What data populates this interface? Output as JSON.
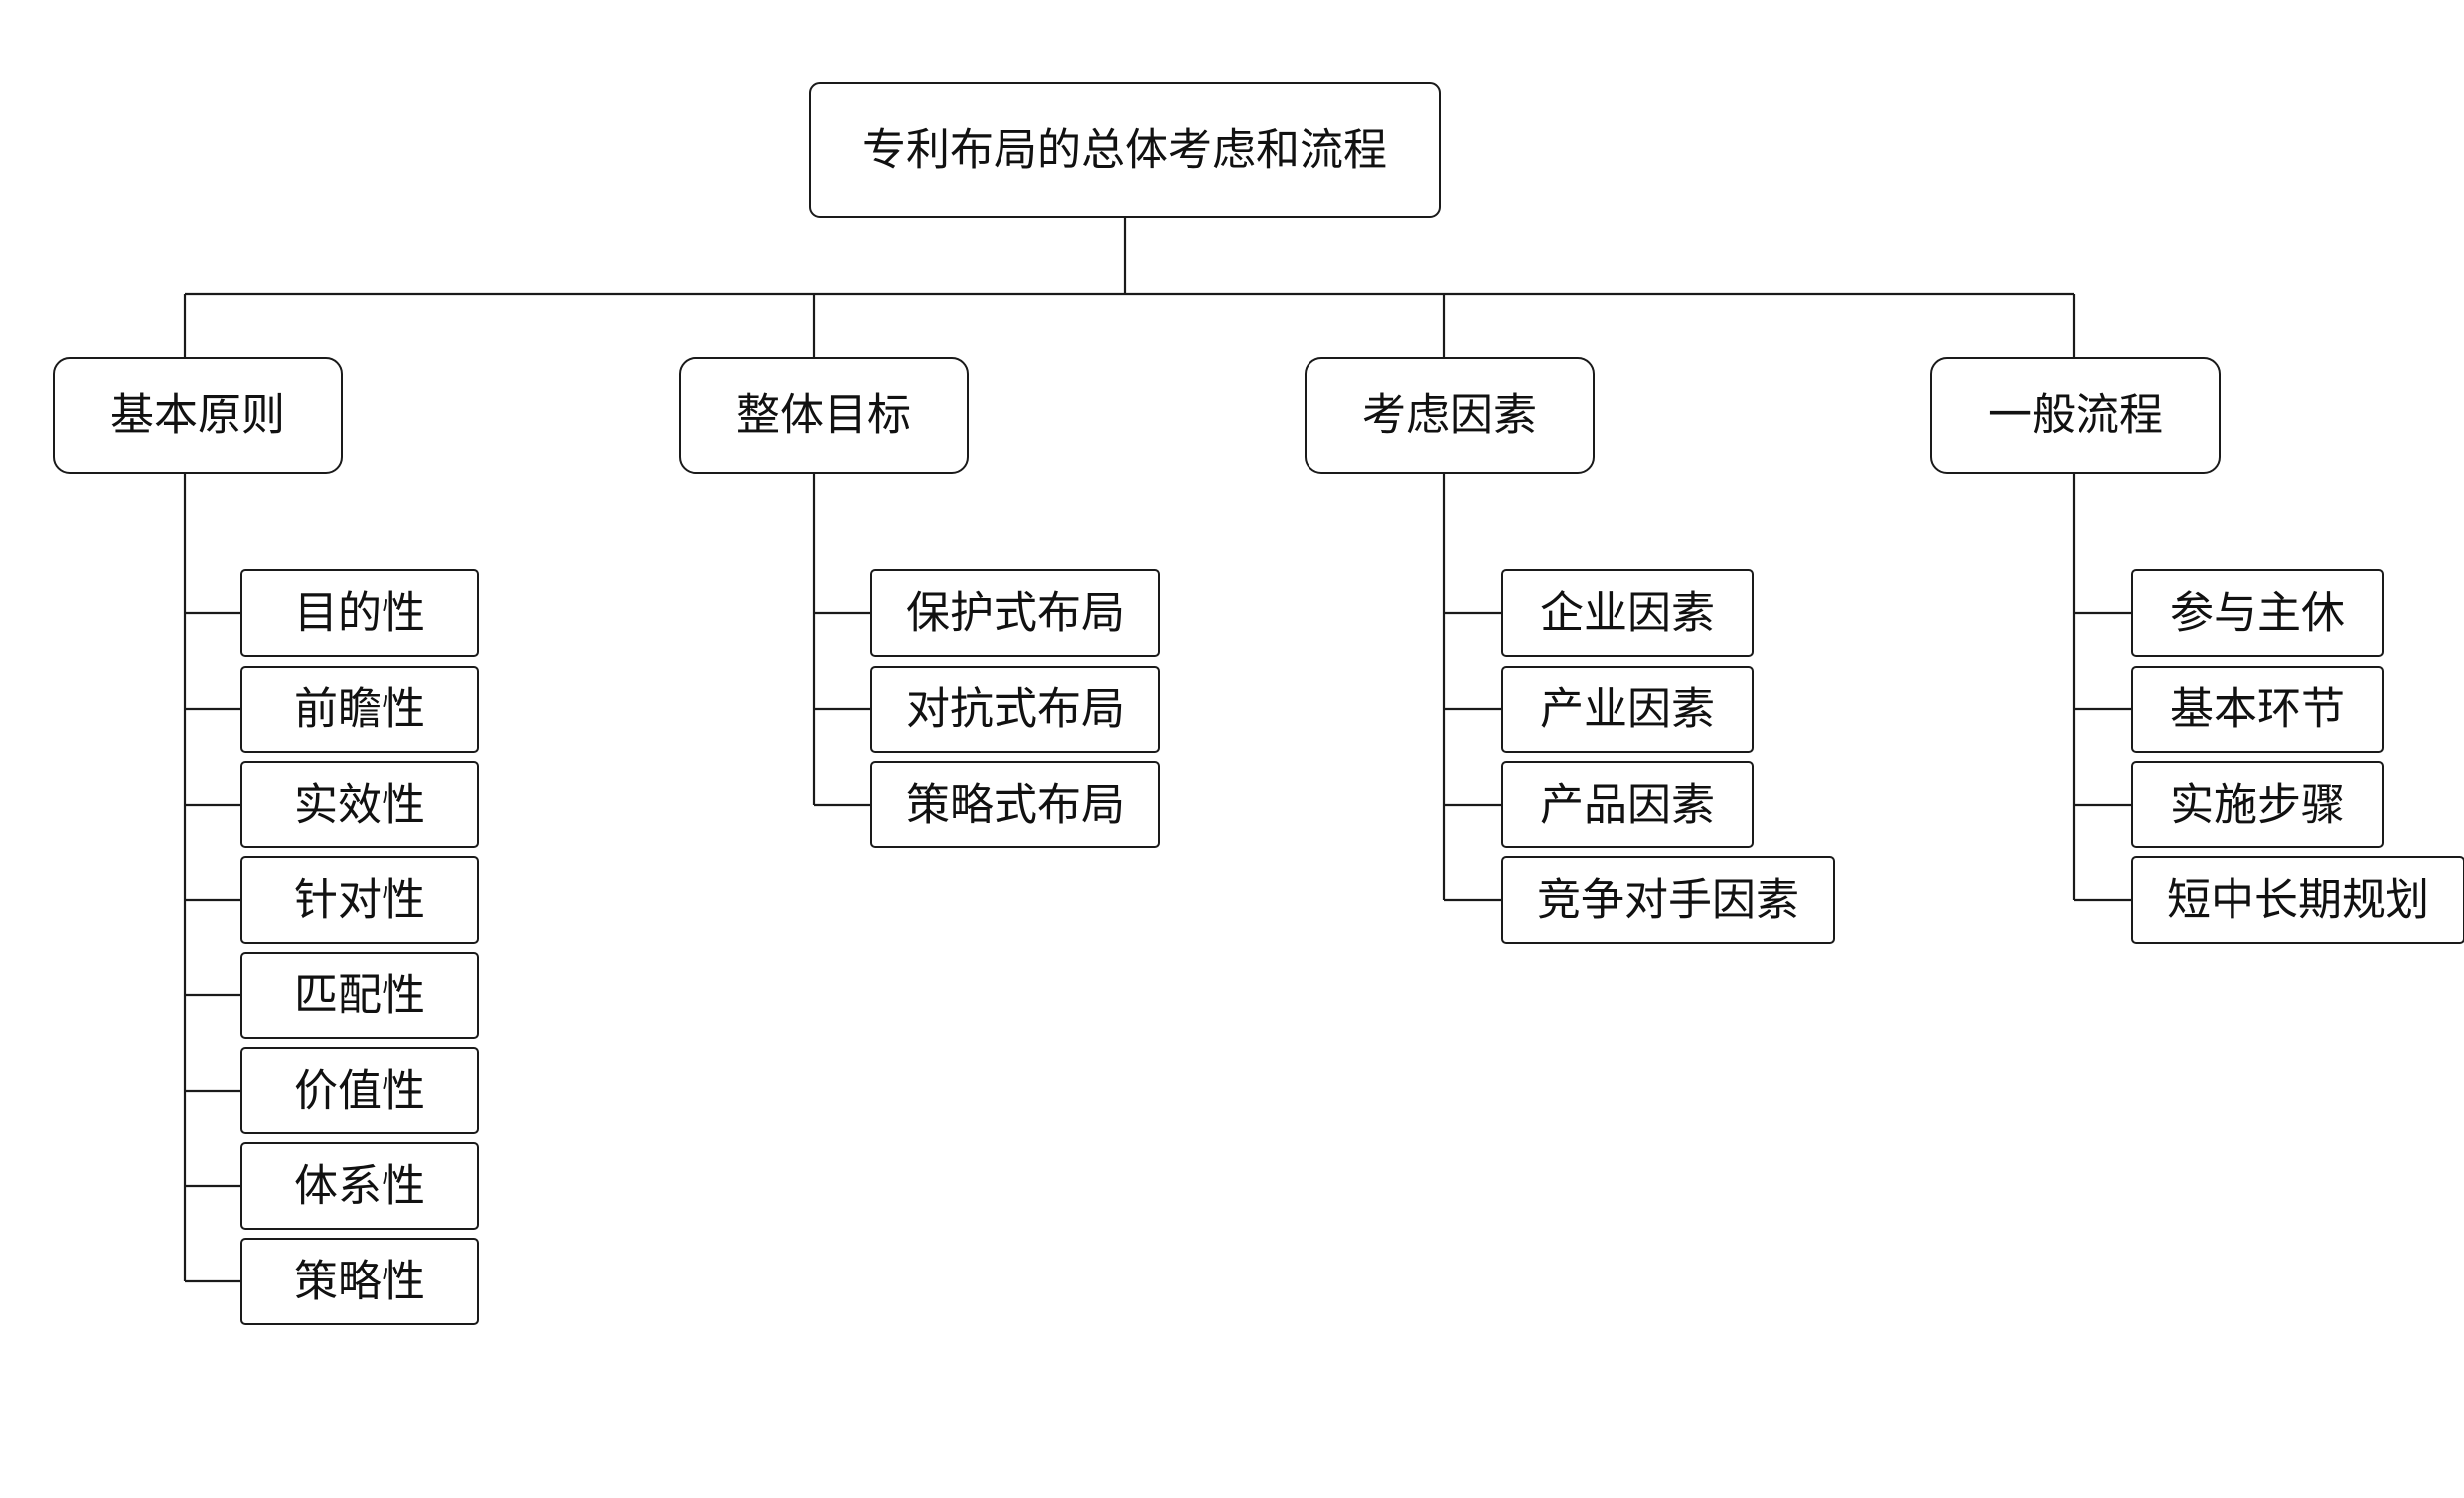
{
  "root": {
    "label": "专利布局的总体考虑和流程"
  },
  "categories": [
    {
      "label": "基本原则",
      "items": [
        "目的性",
        "前瞻性",
        "实效性",
        "针对性",
        "匹配性",
        "价值性",
        "体系性",
        "策略性"
      ]
    },
    {
      "label": "整体目标",
      "items": [
        "保护式布局",
        "对抗式布局",
        "策略式布局"
      ]
    },
    {
      "label": "考虑因素",
      "items": [
        "企业因素",
        "产业因素",
        "产品因素",
        "竞争对手因素"
      ]
    },
    {
      "label": "一般流程",
      "items": [
        "参与主休",
        "基本环节",
        "实施步骤",
        "短中长期规划"
      ]
    }
  ]
}
